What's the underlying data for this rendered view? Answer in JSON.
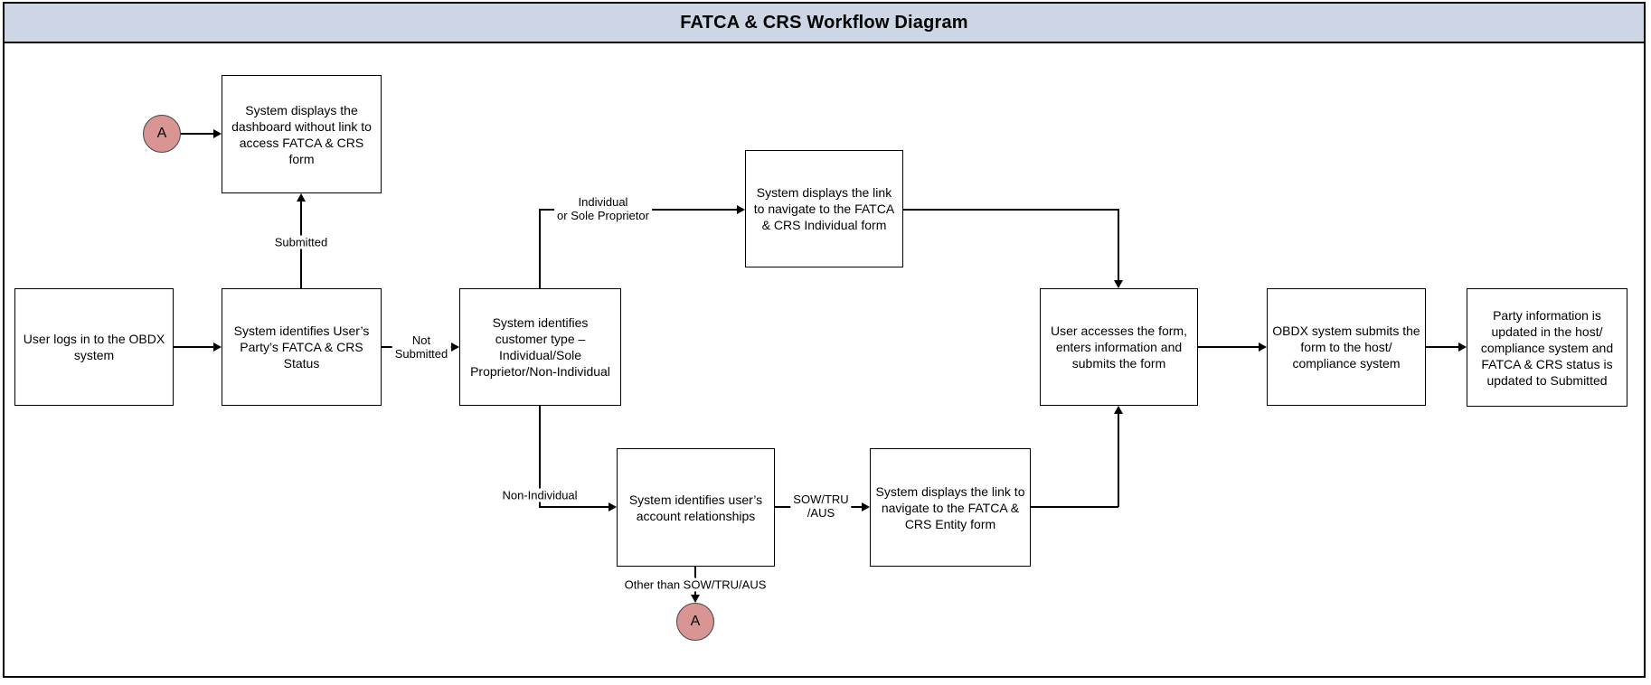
{
  "title": "FATCA & CRS Workflow Diagram",
  "colors": {
    "header_bg": "#ccd6e4",
    "connector_circle_fill": "#d99594",
    "line_color": "#000000",
    "node_fill": "#ffffff"
  },
  "nodes": [
    {
      "id": "dashboard-no-link",
      "label": "System displays the dashboard without link to access FATCA & CRS form"
    },
    {
      "id": "user-login",
      "label": "User logs in to the OBDX system"
    },
    {
      "id": "party-fatca-status",
      "label": "System identifies User’s Party’s FATCA & CRS Status"
    },
    {
      "id": "customer-type",
      "label": "System identifies customer type – Individual/Sole Proprietor/Non-Individual"
    },
    {
      "id": "individual-form-link",
      "label": "System displays the link to navigate to the FATCA & CRS Individual form"
    },
    {
      "id": "account-relationships",
      "label": "System identifies user’s account relationships"
    },
    {
      "id": "entity-form-link",
      "label": "System displays the link to navigate to the FATCA & CRS Entity form"
    },
    {
      "id": "user-submits-form",
      "label": "User accesses the form, enters information and submits the form"
    },
    {
      "id": "obdx-submits",
      "label": "OBDX system submits the form to the host/ compliance system"
    },
    {
      "id": "party-info-updated",
      "label": "Party information is updated in the host/ compliance system and FATCA & CRS status is updated to Submitted"
    }
  ],
  "circles": [
    {
      "label": "A"
    },
    {
      "label": "A"
    }
  ],
  "edge_labels": {
    "submitted": "Submitted",
    "not_submitted": "Not\nSubmitted",
    "individual_or_sole_proprietor": "Individual\nor Sole Proprietor",
    "non_individual": "Non-Individual",
    "sow_tru_aus": "SOW/TRU\n/AUS",
    "other_than_sow_tru_aus": "Other than SOW/TRU/AUS"
  }
}
